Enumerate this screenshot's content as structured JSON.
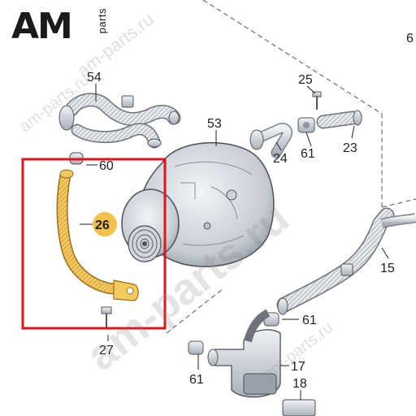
{
  "logo": {
    "brand": "AM",
    "sub": "parts"
  },
  "watermark": {
    "text": "am-parts.ru",
    "small": "am-parts.ru",
    "large": "am-parts.ru",
    "right": "am-parts.ru"
  },
  "corner_label": "6",
  "highlight_box_color": "#e0141e",
  "highlight_part_color": "#f2c14e",
  "callouts": [
    {
      "id": "54",
      "text": "54"
    },
    {
      "id": "25",
      "text": "25"
    },
    {
      "id": "53",
      "text": "53"
    },
    {
      "id": "24",
      "text": "24"
    },
    {
      "id": "61a",
      "text": "61"
    },
    {
      "id": "23",
      "text": "23"
    },
    {
      "id": "60",
      "text": "60"
    },
    {
      "id": "26",
      "text": "26"
    },
    {
      "id": "15",
      "text": "15"
    },
    {
      "id": "61b",
      "text": "61"
    },
    {
      "id": "27",
      "text": "27"
    },
    {
      "id": "17",
      "text": "17"
    },
    {
      "id": "61c",
      "text": "61"
    },
    {
      "id": "18",
      "text": "18"
    }
  ]
}
